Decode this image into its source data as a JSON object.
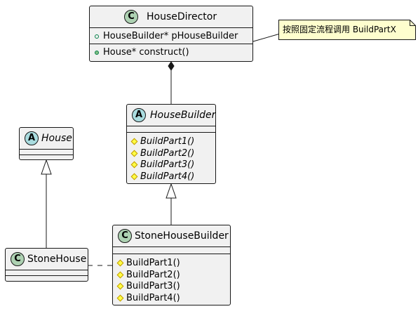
{
  "classes": {
    "house_director": {
      "name": "HouseDirector",
      "kind": "C",
      "fields": [
        "HouseBuilder* pHouseBuilder"
      ],
      "methods": [
        "House* construct()"
      ]
    },
    "house_builder": {
      "name": "HouseBuilder",
      "kind": "A",
      "methods": [
        "BuildPart1()",
        "BuildPart2()",
        "BuildPart3()",
        "BuildPart4()"
      ]
    },
    "house": {
      "name": "House",
      "kind": "A"
    },
    "stone_house": {
      "name": "StoneHouse",
      "kind": "C"
    },
    "stone_house_builder": {
      "name": "StoneHouseBuilder",
      "kind": "C",
      "methods": [
        "BuildPart1()",
        "BuildPart2()",
        "BuildPart3()",
        "BuildPart4()"
      ]
    }
  },
  "note": {
    "text": "按照固定流程调用 BuildPartX"
  },
  "colors": {
    "class_fill": "#f1f1f1",
    "border": "#181818",
    "class_badge": "#add1b2",
    "abstract_badge": "#a9dcdf",
    "note_fill": "#fefece",
    "protected_marker": "#ffff44",
    "public_marker": "#84be84"
  }
}
